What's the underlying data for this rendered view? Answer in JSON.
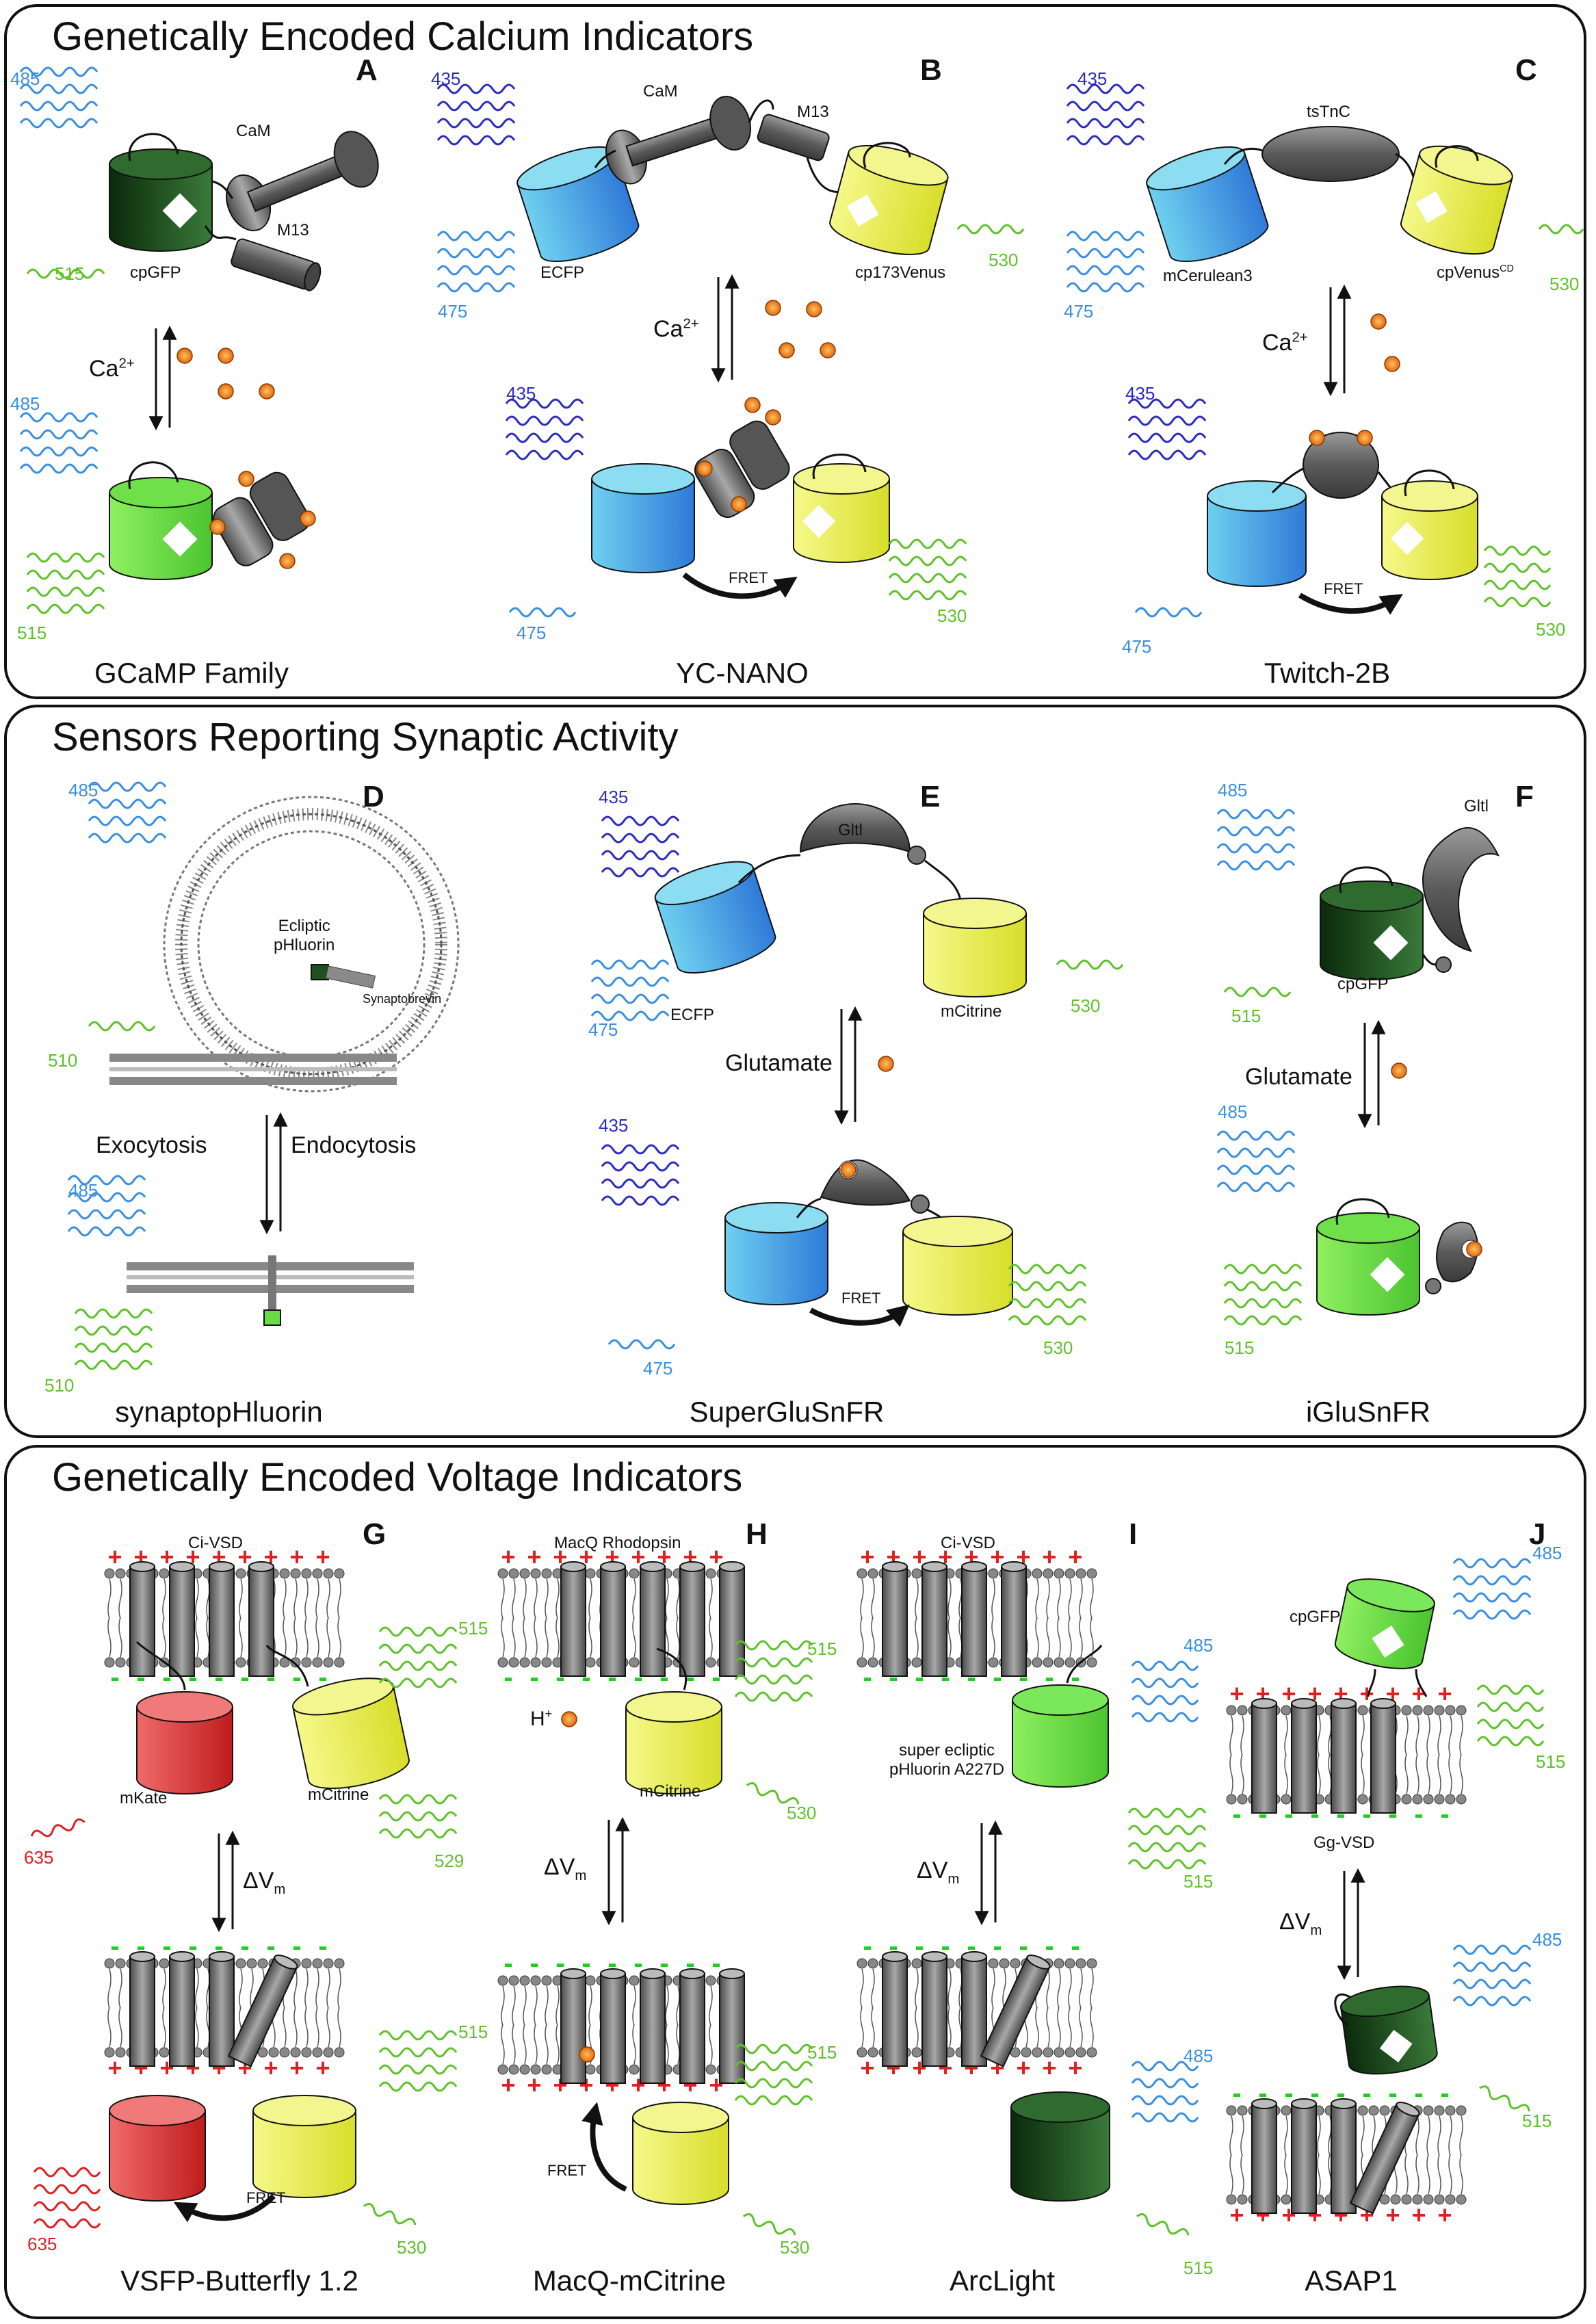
{
  "sections": [
    {
      "title": "Genetically Encoded Calcium Indicators"
    },
    {
      "title": "Sensors Reporting Synaptic Activity"
    },
    {
      "title": "Genetically Encoded Voltage Indicators"
    }
  ],
  "panels": {
    "A": {
      "letter": "A",
      "caption": "GCaMP Family",
      "cam": "CaM",
      "m13": "M13",
      "fp": "cpGFP",
      "trigger": "Ca",
      "trigger_sup": "2+",
      "wl_ex": "485",
      "wl_em": "515"
    },
    "B": {
      "letter": "B",
      "caption": "YC-NANO",
      "cam": "CaM",
      "m13": "M13",
      "donor": "ECFP",
      "acceptor": "cp173Venus",
      "trigger": "Ca",
      "trigger_sup": "2+",
      "wl_ex": "435",
      "wl_don": "475",
      "wl_acc": "530",
      "fret": "FRET"
    },
    "C": {
      "letter": "C",
      "caption": "Twitch-2B",
      "sensor": "tsTnC",
      "donor": "mCerulean3",
      "acceptor": "cpVenus",
      "acceptor_sup": "CD",
      "trigger": "Ca",
      "trigger_sup": "2+",
      "wl_ex": "435",
      "wl_don": "475",
      "wl_acc": "530",
      "fret": "FRET"
    },
    "D": {
      "letter": "D",
      "caption": "synaptopHluorin",
      "fp": "Ecliptic pHluorin",
      "fp_line1": "Ecliptic",
      "fp_line2": "pHluorin",
      "anchor": "Synaptobrevin",
      "fwd": "Exocytosis",
      "rev": "Endocytosis",
      "wl_ex": "485",
      "wl_em": "510"
    },
    "E": {
      "letter": "E",
      "caption": "SuperGluSnFR",
      "sensor": "Gltl",
      "donor": "ECFP",
      "acceptor": "mCitrine",
      "trigger": "Glutamate",
      "wl_ex": "435",
      "wl_don": "475",
      "wl_acc": "530",
      "fret": "FRET"
    },
    "F": {
      "letter": "F",
      "caption": "iGluSnFR",
      "sensor": "Gltl",
      "fp": "cpGFP",
      "trigger": "Glutamate",
      "wl_ex": "485",
      "wl_em": "515"
    },
    "G": {
      "letter": "G",
      "caption": "VSFP-Butterfly 1.2",
      "vsd": "Ci-VSD",
      "fp1": "mKate",
      "fp2": "mCitrine",
      "trigger": "ΔV",
      "trigger_sub": "m",
      "wl_red": "635",
      "wl_em_top": "515",
      "wl_em_top2": "529",
      "wl_em_bot": "515",
      "wl_em_bot2": "530",
      "fret": "FRET"
    },
    "H": {
      "letter": "H",
      "caption": "MacQ-mCitrine",
      "vsd": "MacQ Rhodopsin",
      "ion": "H",
      "ion_sup": "+",
      "fp": "mCitrine",
      "trigger": "ΔV",
      "trigger_sub": "m",
      "wl_em_top": "515",
      "wl_em_top2": "530",
      "wl_em_bot": "515",
      "wl_em_bot2": "530",
      "fret": "FRET"
    },
    "I": {
      "letter": "I",
      "caption": "ArcLight",
      "vsd": "Ci-VSD",
      "fp_line1": "super ecliptic",
      "fp_line2": "pHluorin A227D",
      "trigger": "ΔV",
      "trigger_sub": "m",
      "wl_ex": "485",
      "wl_em": "515"
    },
    "J": {
      "letter": "J",
      "caption": "ASAP1",
      "vsd": "Gg-VSD",
      "fp": "cpGFP",
      "trigger": "ΔV",
      "trigger_sub": "m",
      "wl_ex": "485",
      "wl_em": "515"
    }
  },
  "colors": {
    "excite_blue": "#3a8fe0",
    "excite_dblue": "#2c2cc0",
    "emit_green": "#5fc22a",
    "emit_red": "#e02020",
    "gfp_dark": "#123d12",
    "gfp_bright": "#66dd44",
    "cfp": "#4aa8e8",
    "yfp": "#eef05a",
    "rfp": "#e03a3a",
    "calcium": "#f08a20",
    "protein_gray": "#6f6f6f",
    "charge_plus": "#e02020",
    "charge_minus": "#22cc22"
  }
}
